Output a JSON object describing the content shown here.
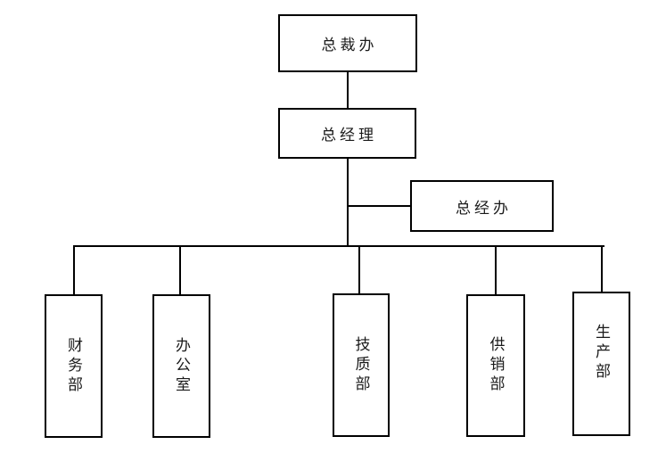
{
  "org_chart": {
    "title": "",
    "top_node": {
      "label": "总裁办"
    },
    "manager_node": {
      "label": "总经理"
    },
    "side_node": {
      "label": "总经办"
    },
    "departments": [
      {
        "label": "财务部"
      },
      {
        "label": "办公室"
      },
      {
        "label": "技质部"
      },
      {
        "label": "供销部"
      },
      {
        "label": "生产部"
      }
    ],
    "colors": {
      "line": "#000000",
      "box_border": "#000000",
      "box_fill": "#ffffff",
      "background": "#ffffff",
      "text": "#1a1a1a"
    }
  }
}
